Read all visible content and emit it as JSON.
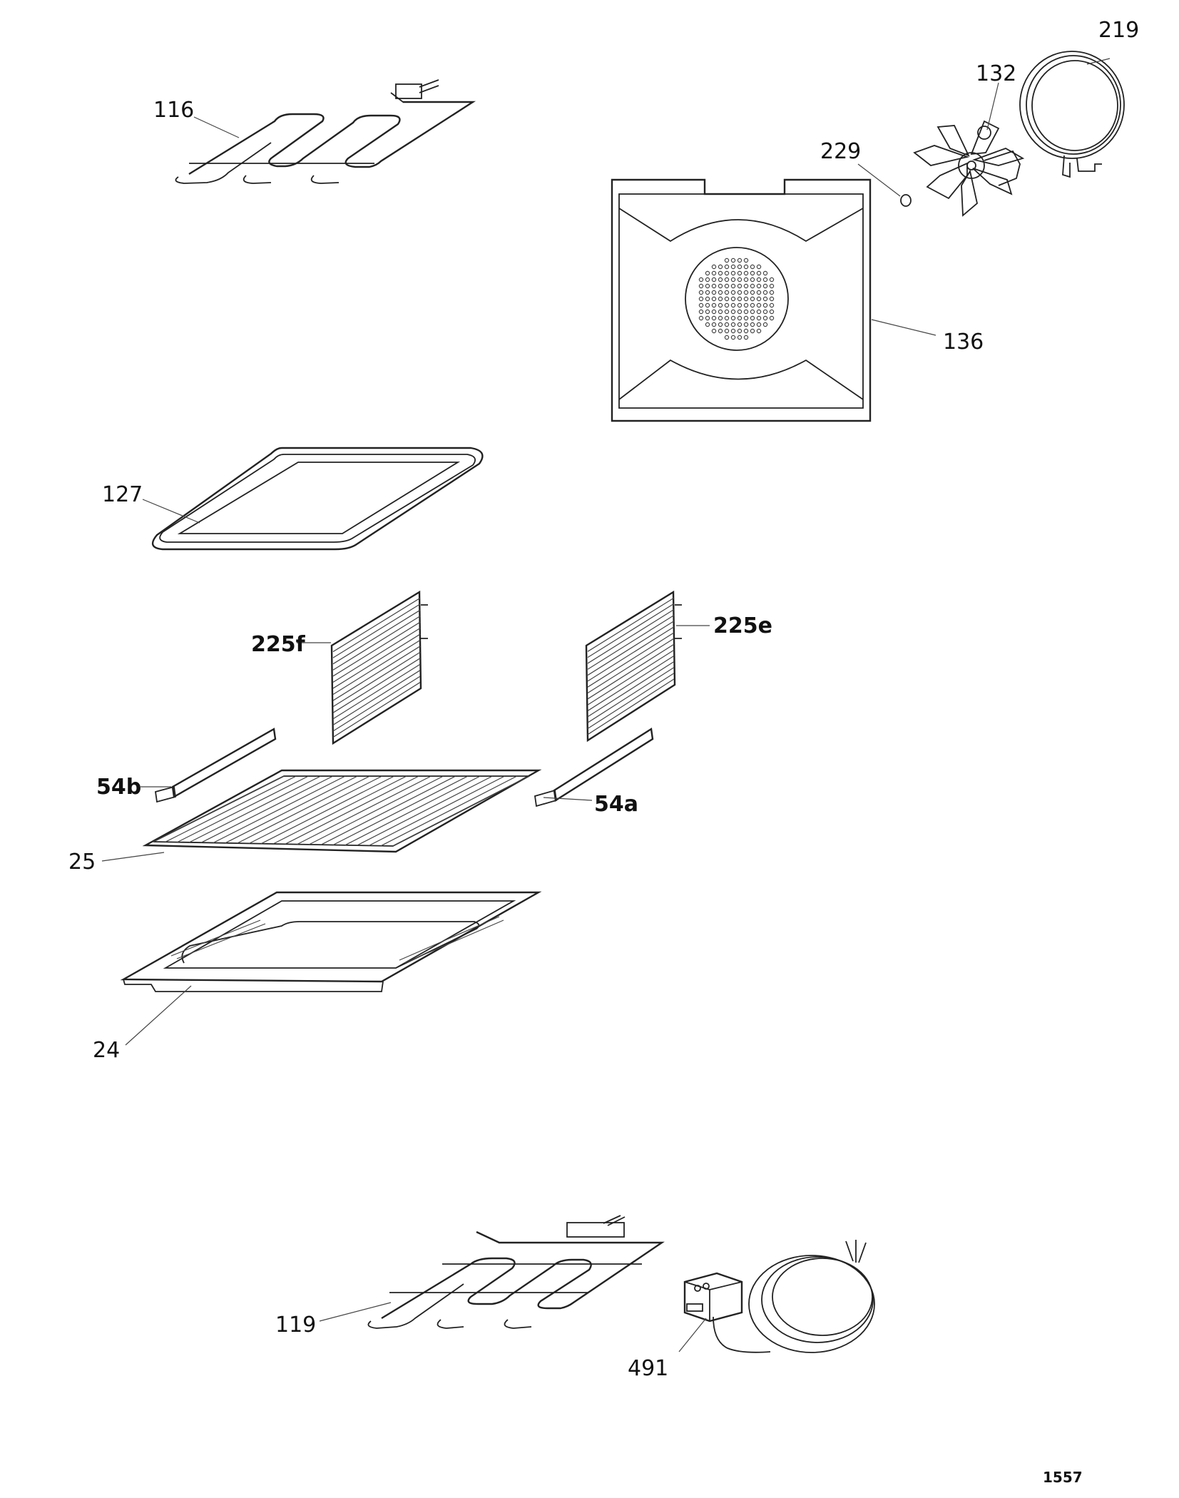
{
  "labels": {
    "p116": "116",
    "p219": "219",
    "p132": "132",
    "p229": "229",
    "p136": "136",
    "p127": "127",
    "p225f": "225f",
    "p225e": "225e",
    "p54b": "54b",
    "p54a": "54a",
    "p25": "25",
    "p24": "24",
    "p119": "119",
    "p491": "491"
  },
  "page_number": "1557"
}
